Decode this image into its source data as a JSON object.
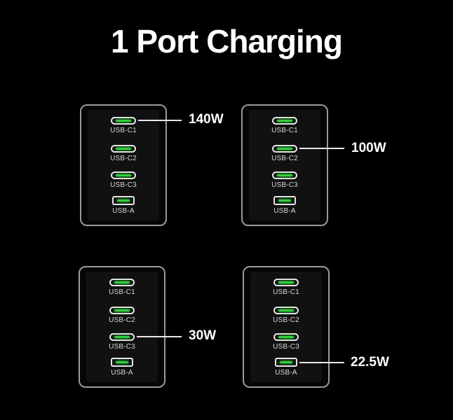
{
  "title": "1 Port Charging",
  "port_labels": {
    "c1": "USB-C1",
    "c2": "USB-C2",
    "c3": "USB-C3",
    "a": "USB-A"
  },
  "chargers": [
    {
      "active_port": "USB-C1",
      "power": "140W"
    },
    {
      "active_port": "USB-C2",
      "power": "100W"
    },
    {
      "active_port": "USB-C3",
      "power": "30W"
    },
    {
      "active_port": "USB-A",
      "power": "22.5W"
    }
  ],
  "colors": {
    "background": "#000000",
    "led": "#2fd03c",
    "text": "#ffffff"
  }
}
